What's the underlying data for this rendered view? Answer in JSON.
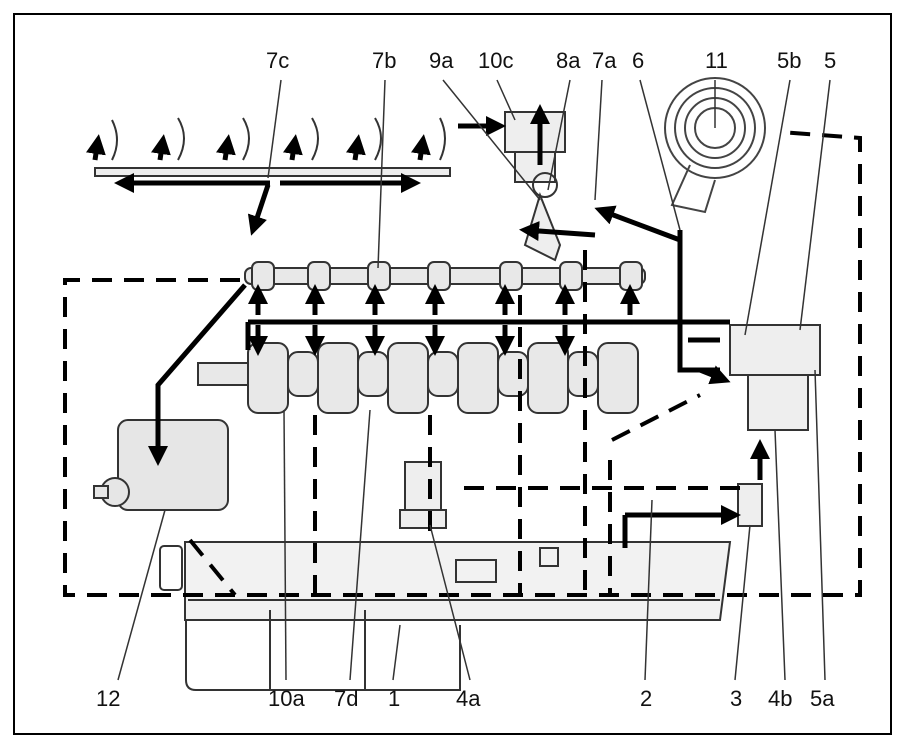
{
  "diagram": {
    "labels": {
      "l7c": "7c",
      "l7b": "7b",
      "l9a": "9a",
      "l10c": "10c",
      "l8a": "8a",
      "l7a": "7a",
      "l6": "6",
      "l11": "11",
      "l5b": "5b",
      "l5": "5",
      "l12": "12",
      "l10a": "10a",
      "l7d": "7d",
      "l1": "1",
      "l4a": "4a",
      "l2": "2",
      "l3": "3",
      "l4b": "4b",
      "l5a": "5a"
    }
  }
}
